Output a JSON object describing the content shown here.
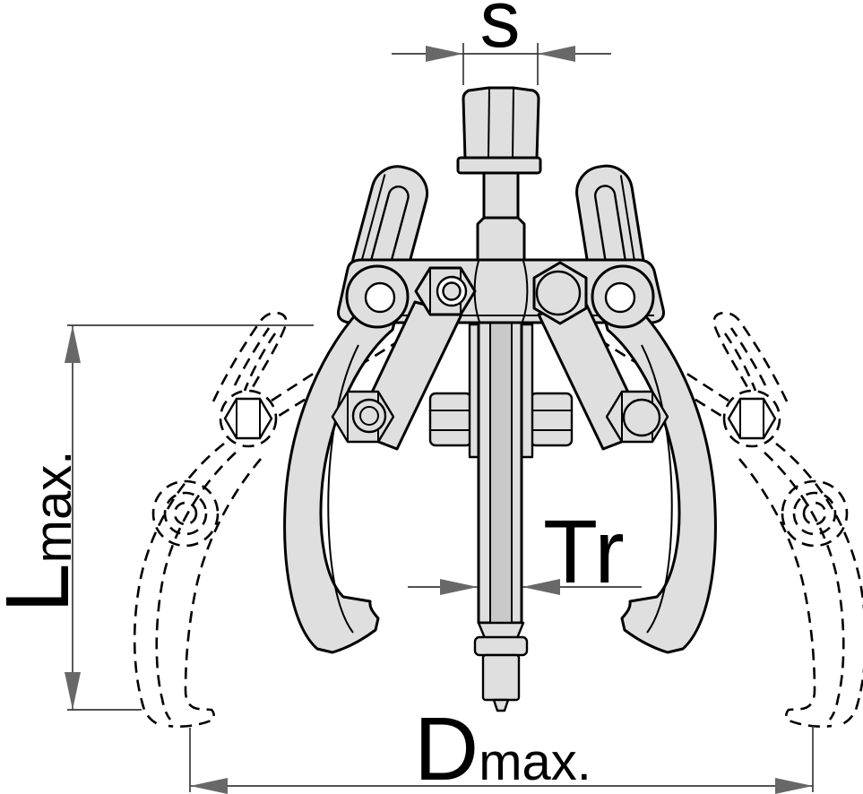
{
  "diagram": {
    "labels": {
      "s": "s",
      "tr": "Tr",
      "l": "L",
      "l_sub": "max.",
      "d": "D",
      "d_sub": "max."
    },
    "colors": {
      "background": "#ffffff",
      "part_fill": "#dfdfdf",
      "part_fill_dark": "#c9c9c9",
      "outline": "#000000",
      "dimension_line": "#3a3a3a",
      "arrowhead": "#686868",
      "label_text": "#000000"
    }
  }
}
